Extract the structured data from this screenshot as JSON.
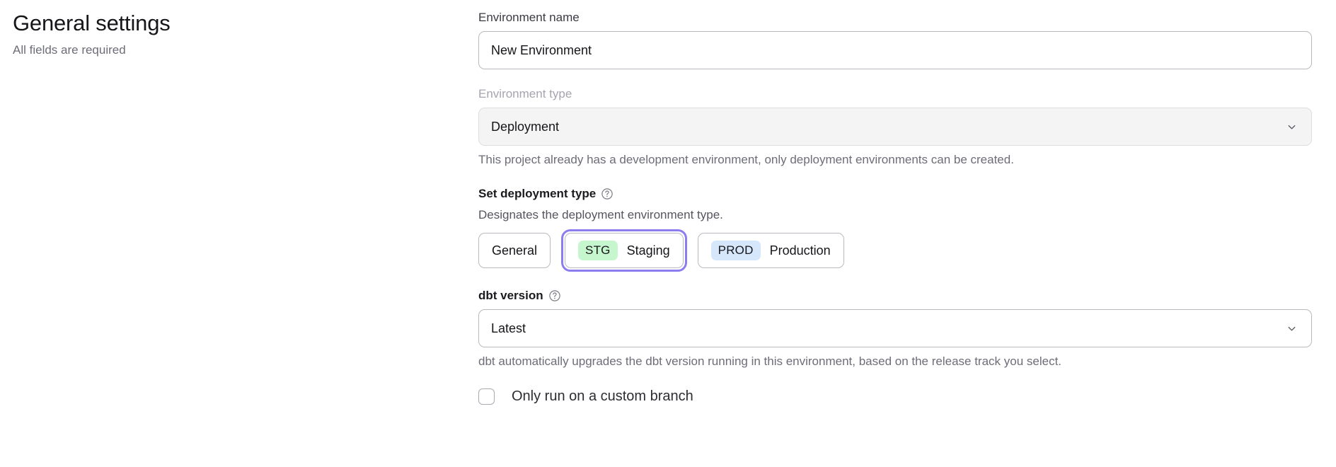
{
  "header": {
    "title": "General settings",
    "subtitle": "All fields are required"
  },
  "form": {
    "environment_name": {
      "label": "Environment name",
      "value": "New Environment",
      "placeholder": "Environment name"
    },
    "environment_type": {
      "label": "Environment type",
      "value": "Deployment",
      "disabled": true,
      "chevron_icon": "chevron-down-icon",
      "helper_text": "This project already has a development environment, only deployment environments can be created."
    },
    "deployment_type": {
      "label": "Set deployment type",
      "help_icon": "help-circle-icon",
      "description": "Designates the deployment environment type.",
      "selected": "Staging",
      "options": [
        {
          "id": "general",
          "label": "General",
          "tag": null,
          "tag_color": null,
          "selected": false
        },
        {
          "id": "staging",
          "label": "Staging",
          "tag": "STG",
          "tag_color": "#c6f6ce",
          "selected": true
        },
        {
          "id": "production",
          "label": "Production",
          "tag": "PROD",
          "tag_color": "#d6e7fb",
          "selected": false
        }
      ],
      "focus_ring_color": "#8b7cf0"
    },
    "dbt_version": {
      "label": "dbt version",
      "help_icon": "help-circle-icon",
      "value": "Latest",
      "chevron_icon": "chevron-down-icon",
      "helper_text": "dbt automatically upgrades the dbt version running in this environment, based on the release track you select."
    },
    "custom_branch": {
      "label": "Only run on a custom branch",
      "checked": false
    }
  }
}
